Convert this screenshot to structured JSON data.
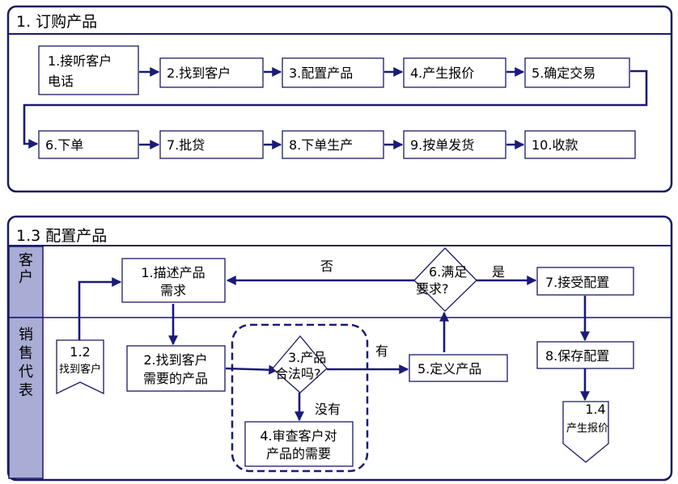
{
  "panel1": {
    "title": "1. 订购产品",
    "steps": {
      "s1": [
        "1.接听客户",
        "电话"
      ],
      "s2": "2.找到客户",
      "s3": "3.配置产品",
      "s4": "4.产生报价",
      "s5": "5.确定交易",
      "s6": "6.下单",
      "s7": "7.批贷",
      "s8": "8.下单生产",
      "s9": "9.按单发货",
      "s10": "10.收款"
    }
  },
  "panel2": {
    "title": "1.3 配置产品",
    "lanes": {
      "customer": [
        "客",
        "户"
      ],
      "sales": [
        "销",
        "售",
        "代",
        "表"
      ]
    },
    "nodes": {
      "p1": [
        "1.描述产品",
        "需求"
      ],
      "p2": [
        "2.找到客户",
        "需要的产品"
      ],
      "p3": [
        "3.产品",
        "合法吗?"
      ],
      "p4": [
        "4.审查客户对",
        "产品的需要"
      ],
      "p5": "5.定义产品",
      "p6": [
        "6.满足",
        "要求?"
      ],
      "p7": "7.接受配置",
      "p8": "8.保存配置",
      "ref12": [
        "1.2",
        "找到客户"
      ],
      "ref14": [
        "1.4",
        "产生报价"
      ]
    },
    "labels": {
      "no": "否",
      "yes": "是",
      "has": "有",
      "none": "没有"
    }
  },
  "colors": {
    "border": "#1a1a66",
    "connector": "#1a1a7a",
    "lane_fill": "#a9acd4"
  }
}
